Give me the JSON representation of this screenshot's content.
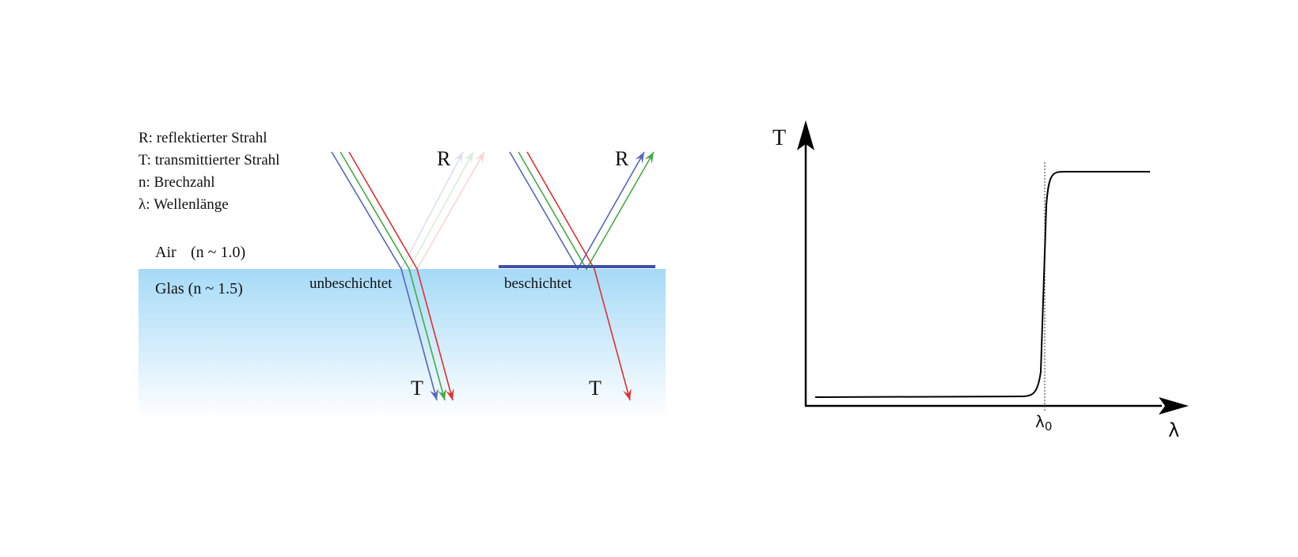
{
  "legend": {
    "lines": [
      "R: reflektierter Strahl",
      "T: transmittierter Strahl",
      "n: Brechzahl",
      "λ: Wellenlänge"
    ]
  },
  "media": {
    "air_label": "Air",
    "air_index": "(n ~ 1.0)",
    "glass_label": "Glas (n ~ 1.5)"
  },
  "uncoated": {
    "label": "unbeschichtet",
    "reflected_label": "R",
    "transmitted_label": "T"
  },
  "coated": {
    "label": "beschichtet",
    "reflected_label": "R",
    "transmitted_label": "T"
  },
  "colors": {
    "blue_ray": "#5566bb",
    "green_ray": "#44aa44",
    "red_ray": "#e03030",
    "coating": "#3f51a8",
    "glass_top": "#a6daf7",
    "glass_bottom": "#ffffff"
  },
  "graph": {
    "y_label": "T",
    "x_label": "λ",
    "cutoff_label": "λ",
    "cutoff_subscript": "0"
  }
}
